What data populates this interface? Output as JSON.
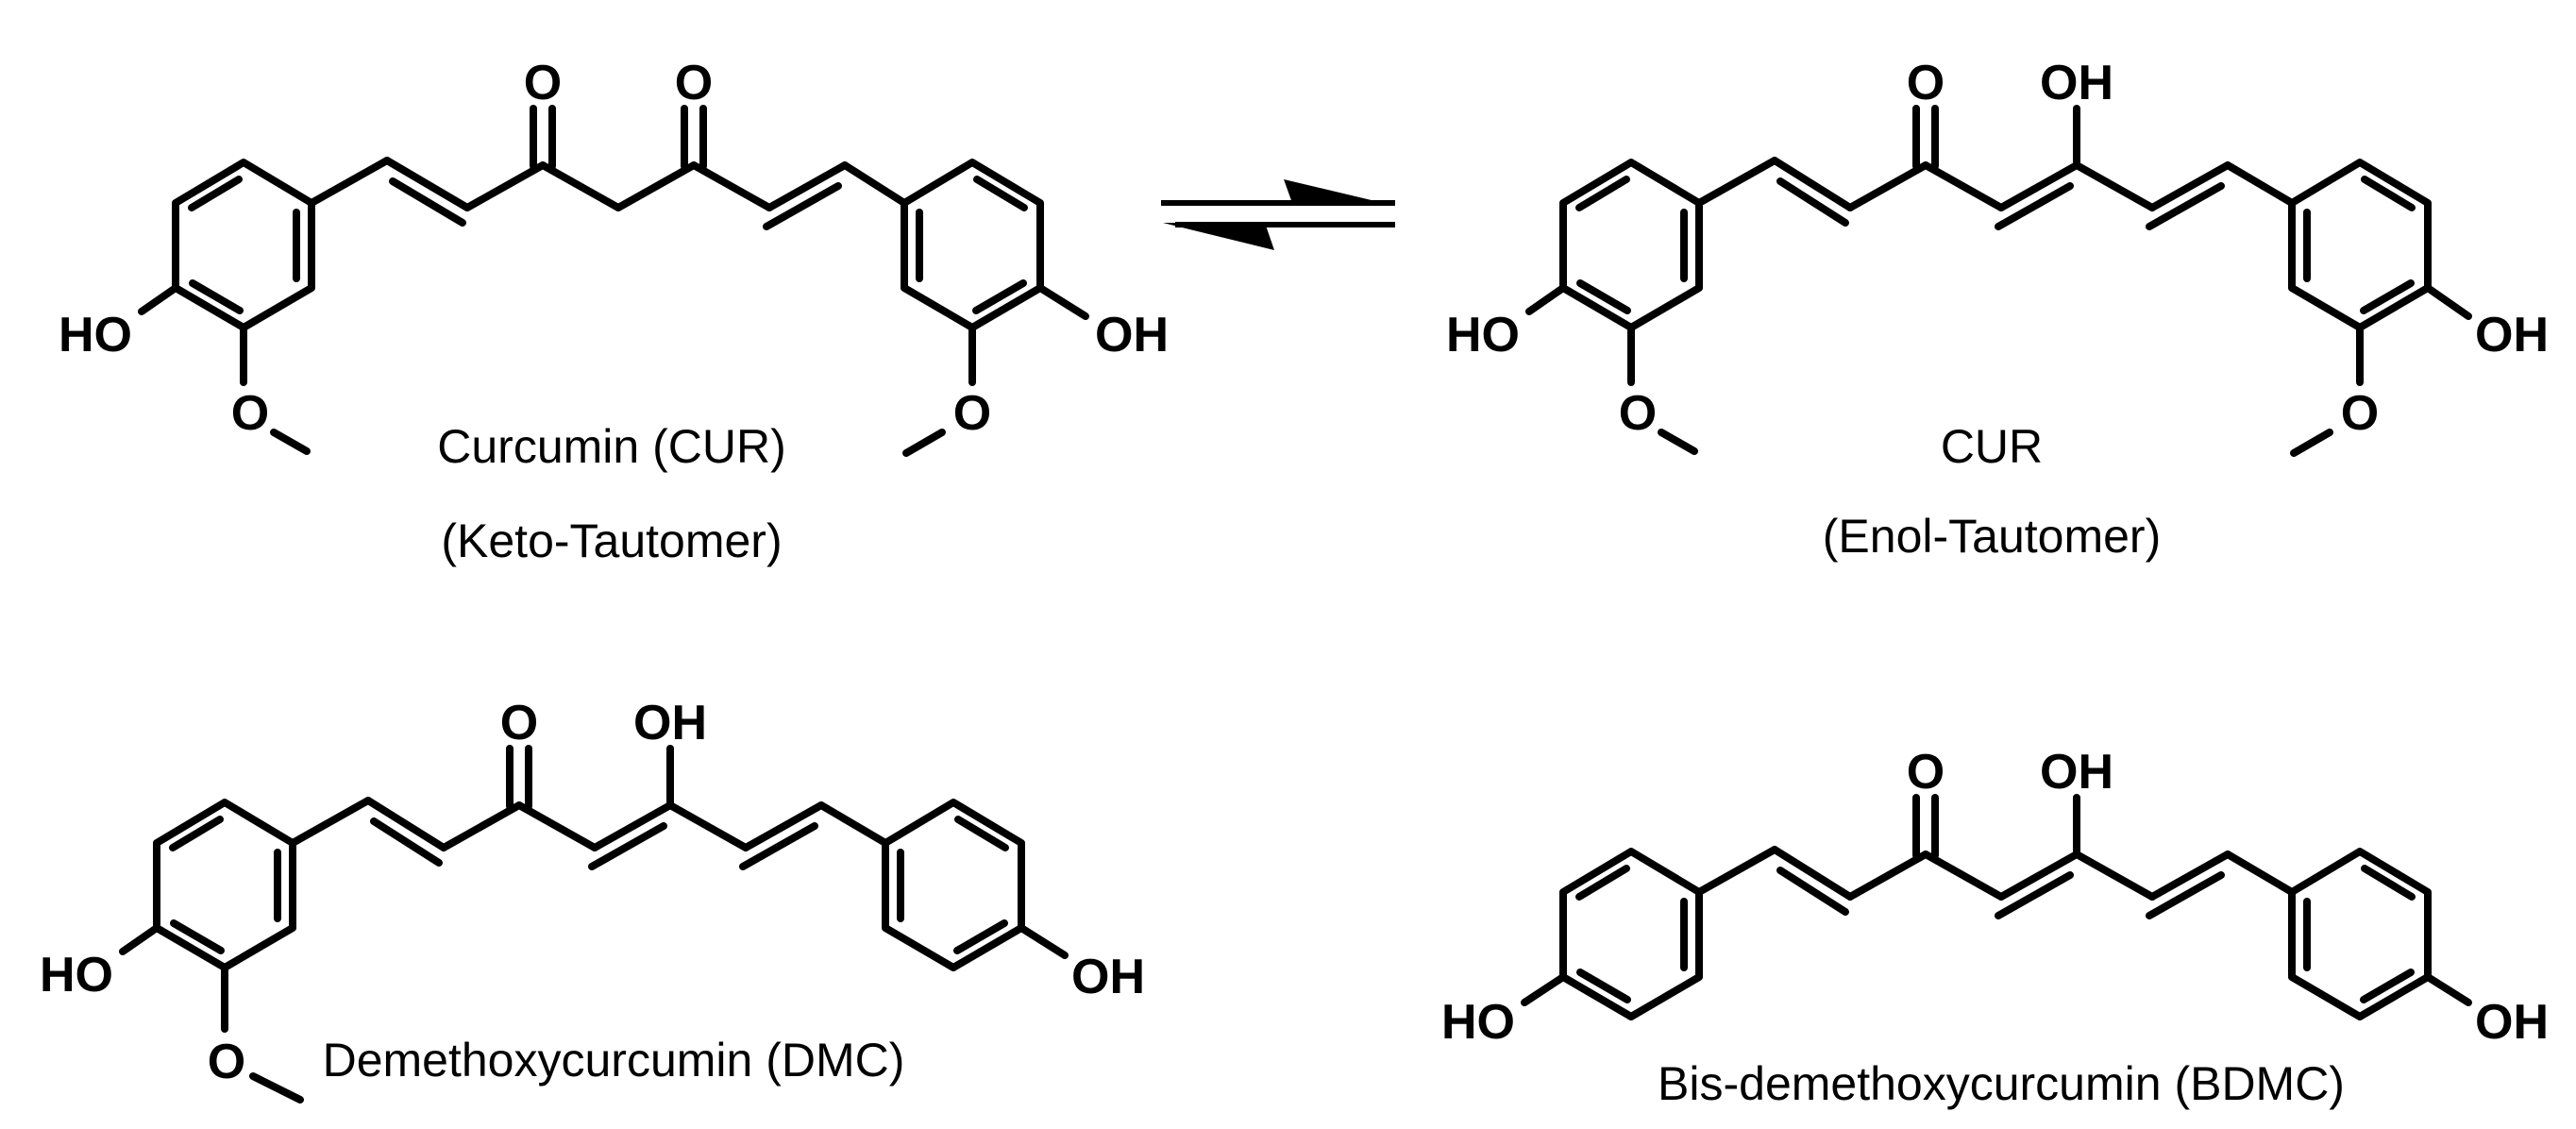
{
  "molecules": [
    {
      "id": "cur-keto",
      "caption": [
        "Curcumin (CUR)",
        "(Keto-Tautomer)"
      ],
      "atom_labels": {
        "carbonyl_left": "O",
        "carbonyl_right": "O",
        "hydroxyl_left": "HO",
        "hydroxyl_right": "OH",
        "methoxy_left": "O",
        "methoxy_right": "O"
      }
    },
    {
      "id": "cur-enol",
      "caption": [
        "CUR",
        "(Enol-Tautomer)"
      ],
      "atom_labels": {
        "carbonyl": "O",
        "enol": "OH",
        "hydroxyl_left": "HO",
        "hydroxyl_right": "OH",
        "methoxy_left": "O",
        "methoxy_right": "O"
      }
    },
    {
      "id": "dmc",
      "caption": [
        "Demethoxycurcumin (DMC)"
      ],
      "atom_labels": {
        "carbonyl": "O",
        "enol": "OH",
        "hydroxyl_left": "HO",
        "hydroxyl_right": "OH",
        "methoxy_left": "O"
      }
    },
    {
      "id": "bdmc",
      "caption": [
        "Bis-demethoxycurcumin (BDMC)"
      ],
      "atom_labels": {
        "carbonyl": "O",
        "enol": "OH",
        "hydroxyl_left": "HO",
        "hydroxyl_right": "OH"
      }
    }
  ],
  "equilibrium": {
    "symbol": "equilibrium-arrow",
    "favored_direction": "right"
  }
}
